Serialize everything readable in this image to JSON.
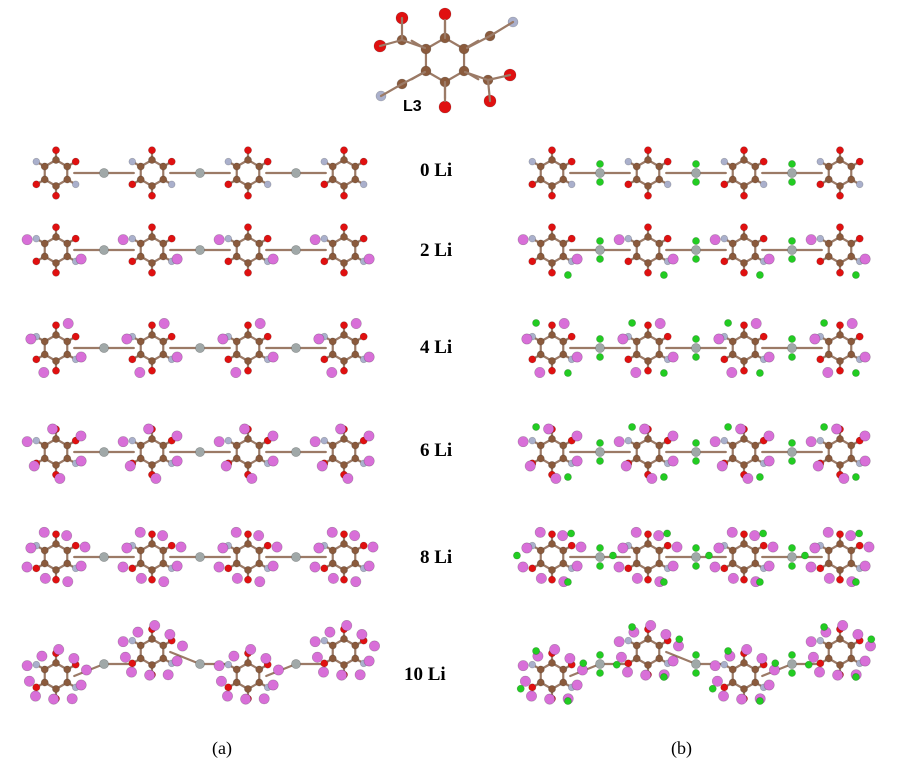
{
  "figure": {
    "molecule_label": "L3",
    "panel_a": "(a)",
    "panel_b": "(b)",
    "rows": [
      {
        "label": "0 Li",
        "li_count": 0
      },
      {
        "label": "2 Li",
        "li_count": 2
      },
      {
        "label": "4 Li",
        "li_count": 4
      },
      {
        "label": "6 Li",
        "li_count": 6
      },
      {
        "label": "8 Li",
        "li_count": 8
      },
      {
        "label": "10 Li",
        "li_count": 10
      }
    ]
  },
  "legend_colors": {
    "carbon": "#8a5a3c",
    "oxygen": "#e01010",
    "nitrogen": "#aab0cc",
    "metal": "#a0a8a8",
    "lithium": "#d86fd8",
    "chlorine": "#22cc22",
    "bond": "#9b7a66"
  }
}
